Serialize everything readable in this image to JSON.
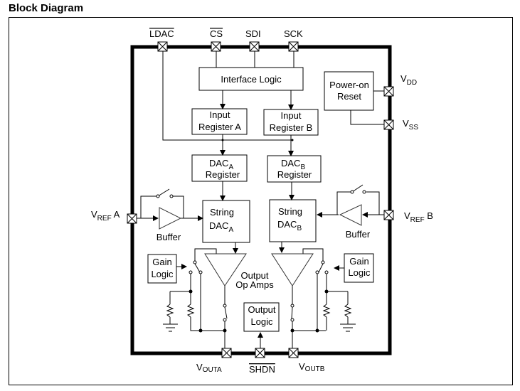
{
  "title": "Block Diagram",
  "pins": {
    "ldac": "LDAC",
    "cs": "CS",
    "sdi": "SDI",
    "sck": "SCK",
    "vdd": {
      "main": "V",
      "sub": "DD"
    },
    "vss": {
      "main": "V",
      "sub": "SS"
    },
    "vref_a": {
      "main": "V",
      "sub": "REF",
      "suffix": " A"
    },
    "vref_b": {
      "main": "V",
      "sub": "REF",
      "suffix": " B"
    },
    "vout_a": {
      "main": "V",
      "sub": "OUTA"
    },
    "vout_b": {
      "main": "V",
      "sub": "OUTB"
    },
    "shdn": "SHDN"
  },
  "blocks": {
    "interface_logic": "Interface Logic",
    "power_on_reset": [
      "Power-on",
      "Reset"
    ],
    "input_register_a": [
      "Input",
      "Register A"
    ],
    "input_register_b": [
      "Input",
      "Register B"
    ],
    "dac_a_register": {
      "line1_main": "DAC",
      "line1_sub": "A",
      "line2": "Register"
    },
    "dac_b_register": {
      "line1_main": "DAC",
      "line1_sub": "B",
      "line2": "Register"
    },
    "string_dac_a": {
      "line1": "String",
      "line2_main": "DAC",
      "line2_sub": "A"
    },
    "string_dac_b": {
      "line1": "String",
      "line2_main": "DAC",
      "line2_sub": "B"
    },
    "gain_logic_a": [
      "Gain",
      "Logic"
    ],
    "gain_logic_b": [
      "Gain",
      "Logic"
    ],
    "output_logic": [
      "Output",
      "Logic"
    ]
  },
  "labels": {
    "buffer_a": "Buffer",
    "buffer_b": "Buffer",
    "output_op_amps": [
      "Output",
      "Op Amps"
    ]
  }
}
